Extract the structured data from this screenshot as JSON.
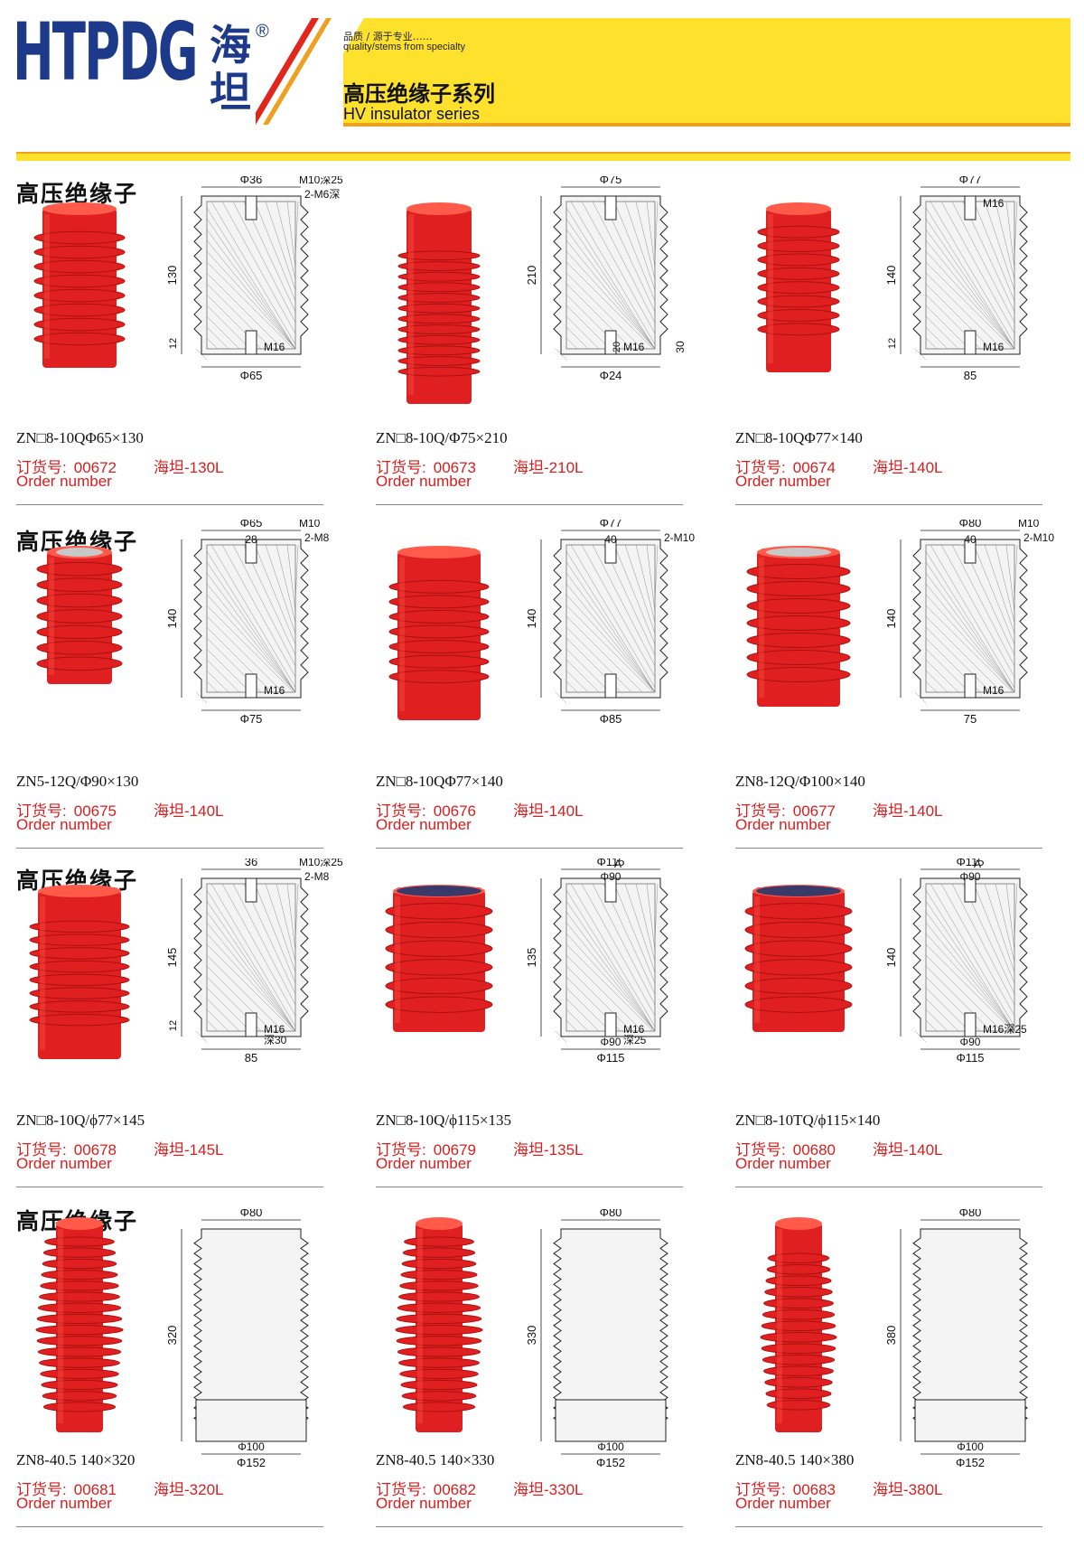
{
  "header": {
    "logo_text": "HTPDG",
    "logo_cn_line1": "海",
    "logo_cn_line2": "坦",
    "registered_mark": "®",
    "tagline_cn": "品质 / 源于专业……",
    "tagline_en": "quality/stems from specialty",
    "series_cn": "高压绝缘子系列",
    "series_en": "HV insulator series"
  },
  "colors": {
    "brand_blue": "#1d3a8a",
    "banner_yellow": "#fde12c",
    "product_red": "#e02020",
    "order_red": "#d81e1e"
  },
  "row_titles": [
    "高压绝缘子",
    "高压绝缘子",
    "高压绝缘子",
    "高压绝缘子"
  ],
  "order_label": "订货号:",
  "order_label_en": "Order number",
  "products": [
    {
      "model": "ZN□8-10QΦ65×130",
      "order": "00672",
      "tag": "海坦-130L",
      "dims": {
        "top": "Φ36",
        "note1": "M10深25",
        "note2": "2-M6深",
        "height": "130",
        "base_h": "12",
        "thread": "M16",
        "bottom": "Φ65"
      }
    },
    {
      "model": "ZN□8-10Q/Φ75×210",
      "order": "00673",
      "tag": "海坦-210L",
      "dims": {
        "top": "Φ75",
        "height": "210",
        "h1": "20",
        "h2": "30",
        "thread": "M16",
        "bottom": "Φ24"
      }
    },
    {
      "model": "ZN□8-10QΦ77×140",
      "order": "00674",
      "tag": "海坦-140L",
      "dims": {
        "top": "Φ77",
        "thread_top": "M16",
        "height": "140",
        "base_h": "12",
        "thread": "M16",
        "bottom": "85"
      }
    },
    {
      "model": "ZN5-12Q/Φ90×130",
      "order": "00675",
      "tag": "海坦-140L",
      "dims": {
        "top": "Φ65",
        "mid": "28",
        "note1": "M10",
        "note2": "2-M8",
        "height": "140",
        "thread": "M16",
        "bottom": "Φ75"
      }
    },
    {
      "model": "ZN□8-10QΦ77×140",
      "order": "00676",
      "tag": "海坦-140L",
      "dims": {
        "top": "Φ77",
        "height": "140",
        "mid": "40",
        "note2": "2-M10",
        "bottom": "Φ85"
      }
    },
    {
      "model": "ZN8-12Q/Φ100×140",
      "order": "00677",
      "tag": "海坦-140L",
      "dims": {
        "top": "Φ80",
        "mid": "40",
        "note1": "M10",
        "note2": "2-M10",
        "height": "140",
        "thread": "M16",
        "bottom": "75"
      }
    },
    {
      "model": "ZN□8-10Q/ϕ77×145",
      "order": "00678",
      "tag": "海坦-145L",
      "dims": {
        "top": "36",
        "note1": "M10深25",
        "note2": "2-M8",
        "height": "145",
        "base_h": "12",
        "thread": "M16",
        "thread2": "深30",
        "bottom": "85"
      }
    },
    {
      "model": "ZN□8-10Q/ϕ115×135",
      "order": "00679",
      "tag": "海坦-135L",
      "dims": {
        "arrow": "A",
        "top": "Φ115",
        "top2": "Φ90",
        "height": "135",
        "thread": "M16",
        "thread2": "深25",
        "bottom2": "Φ90",
        "bottom": "Φ115"
      }
    },
    {
      "model": "ZN□8-10TQ/ϕ115×140",
      "order": "00680",
      "tag": "海坦-140L",
      "dims": {
        "arrow": "A",
        "top": "Φ115",
        "top2": "Φ90",
        "height": "140",
        "thread": "M16深25",
        "bottom2": "Φ90",
        "bottom": "Φ115"
      }
    },
    {
      "model": "ZN8-40.5  140×320",
      "order": "00681",
      "tag": "海坦-320L",
      "dims": {
        "top": "Φ80",
        "height": "320",
        "bottom2": "Φ100",
        "bottom": "Φ152"
      }
    },
    {
      "model": "ZN8-40.5  140×330",
      "order": "00682",
      "tag": "海坦-330L",
      "dims": {
        "top": "Φ80",
        "height": "330",
        "bottom2": "Φ100",
        "bottom": "Φ152"
      }
    },
    {
      "model": "ZN8-40.5  140×380",
      "order": "00683",
      "tag": "海坦-380L",
      "dims": {
        "top": "Φ80",
        "height": "380",
        "bottom2": "Φ100",
        "bottom": "Φ152"
      }
    }
  ]
}
